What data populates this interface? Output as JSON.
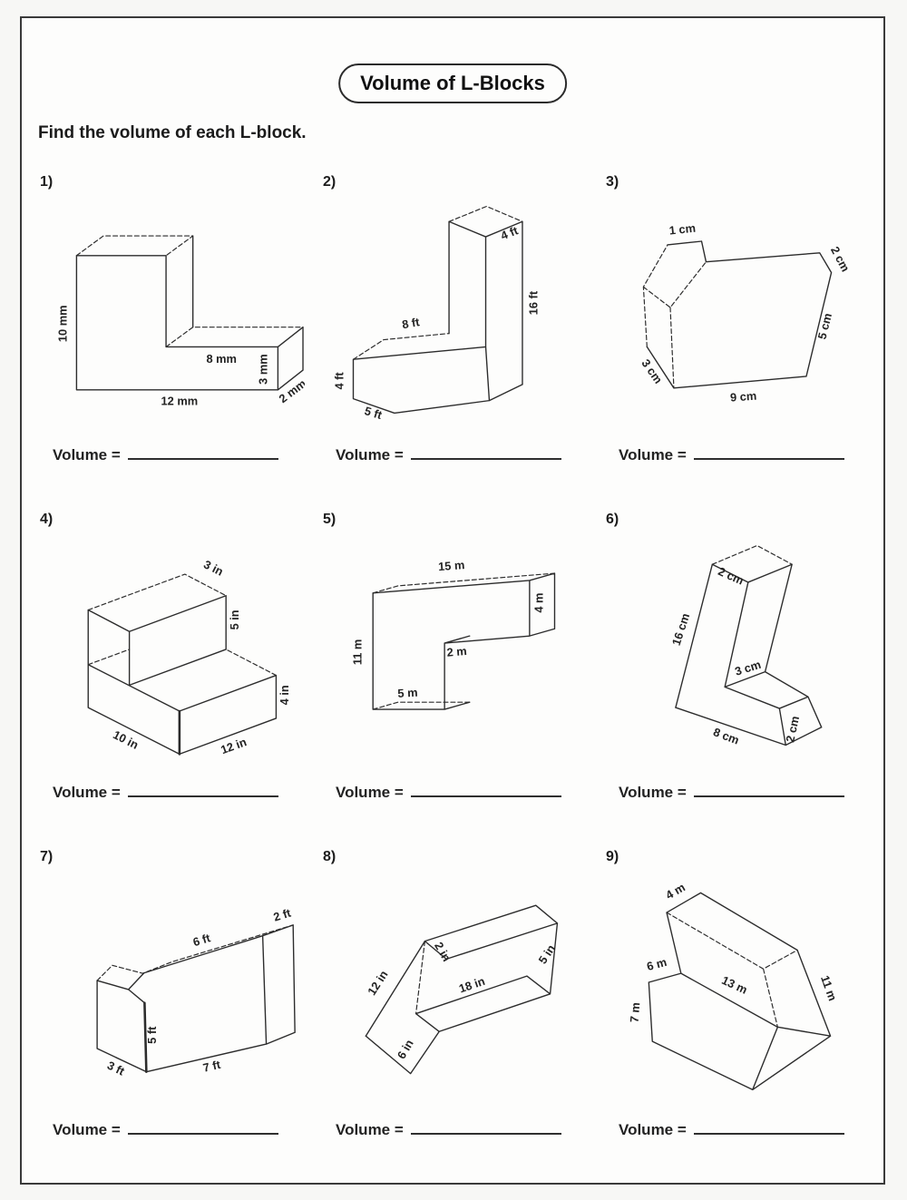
{
  "page": {
    "title": "Volume of L-Blocks",
    "instruction": "Find the volume of each L-block.",
    "volume_label": "Volume ="
  },
  "colors": {
    "ink": "#2c2c2c",
    "paper": "#fdfdfc",
    "border": "#3a3a3a"
  },
  "problems": [
    {
      "number": "1)",
      "labels": [
        "10 mm",
        "8 mm",
        "3 mm",
        "12 mm",
        "2 mm"
      ]
    },
    {
      "number": "2)",
      "labels": [
        "4 ft",
        "16 ft",
        "8 ft",
        "4 ft",
        "5 ft"
      ]
    },
    {
      "number": "3)",
      "labels": [
        "1 cm",
        "2 cm",
        "5 cm",
        "9 cm",
        "3 cm"
      ]
    },
    {
      "number": "4)",
      "labels": [
        "3 in",
        "5 in",
        "4 in",
        "10 in",
        "12 in"
      ]
    },
    {
      "number": "5)",
      "labels": [
        "15 m",
        "4 m",
        "11 m",
        "2 m",
        "5 m"
      ]
    },
    {
      "number": "6)",
      "labels": [
        "2 cm",
        "16 cm",
        "3 cm",
        "8 cm",
        "2 cm"
      ]
    },
    {
      "number": "7)",
      "labels": [
        "6 ft",
        "2 ft",
        "5 ft",
        "7 ft",
        "3 ft"
      ]
    },
    {
      "number": "8)",
      "labels": [
        "12 in",
        "2 in",
        "18 in",
        "5 in",
        "6 in"
      ]
    },
    {
      "number": "9)",
      "labels": [
        "4 m",
        "6 m",
        "13 m",
        "11 m",
        "7 m"
      ]
    }
  ]
}
